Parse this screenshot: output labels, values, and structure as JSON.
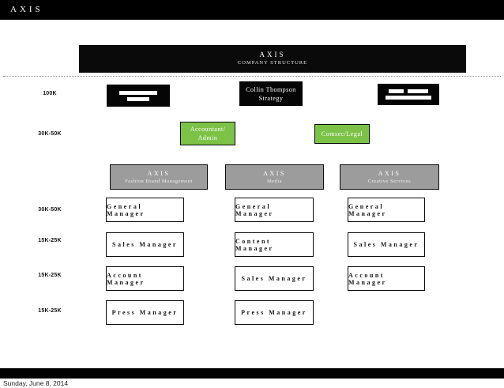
{
  "colors": {
    "accent_green": "#7CC247",
    "division_gray": "#9C9C9C",
    "bar_black": "#000000"
  },
  "top_bar": {
    "logo": "AXIS"
  },
  "slide": {
    "title": {
      "line1": "AXIS",
      "line2": "COMPANY STRUCTURE"
    },
    "salary_labels": [
      "100K",
      "30K-50K",
      "30K-50K",
      "15K-25K",
      "15K-25K",
      "15K-25K"
    ],
    "executive_row": {
      "left": {
        "redacted": true
      },
      "center": {
        "line1": "Collin Thompson",
        "line2": "Strategy"
      },
      "right": {
        "redacted": true
      }
    },
    "support_row": {
      "accountant": {
        "line1": "Accountant/",
        "line2": "Admin"
      },
      "legal": {
        "line1": "Comsec/Legal"
      }
    },
    "divisions": [
      {
        "name": "AXIS",
        "sub": "Fashion Brand Management"
      },
      {
        "name": "AXIS",
        "sub": "Media"
      },
      {
        "name": "AXIS",
        "sub": "Creative Services"
      }
    ],
    "manager_rows": [
      [
        "General Manager",
        "General Manager",
        "General Manager"
      ],
      [
        "Sales Manager",
        "Content Manager",
        "Sales Manager"
      ],
      [
        "Account Manager",
        "Sales Manager",
        "Account Manager"
      ],
      [
        "Press Manager",
        "Press Manager"
      ]
    ]
  },
  "footer": {
    "date": "Sunday, June 8, 2014"
  }
}
